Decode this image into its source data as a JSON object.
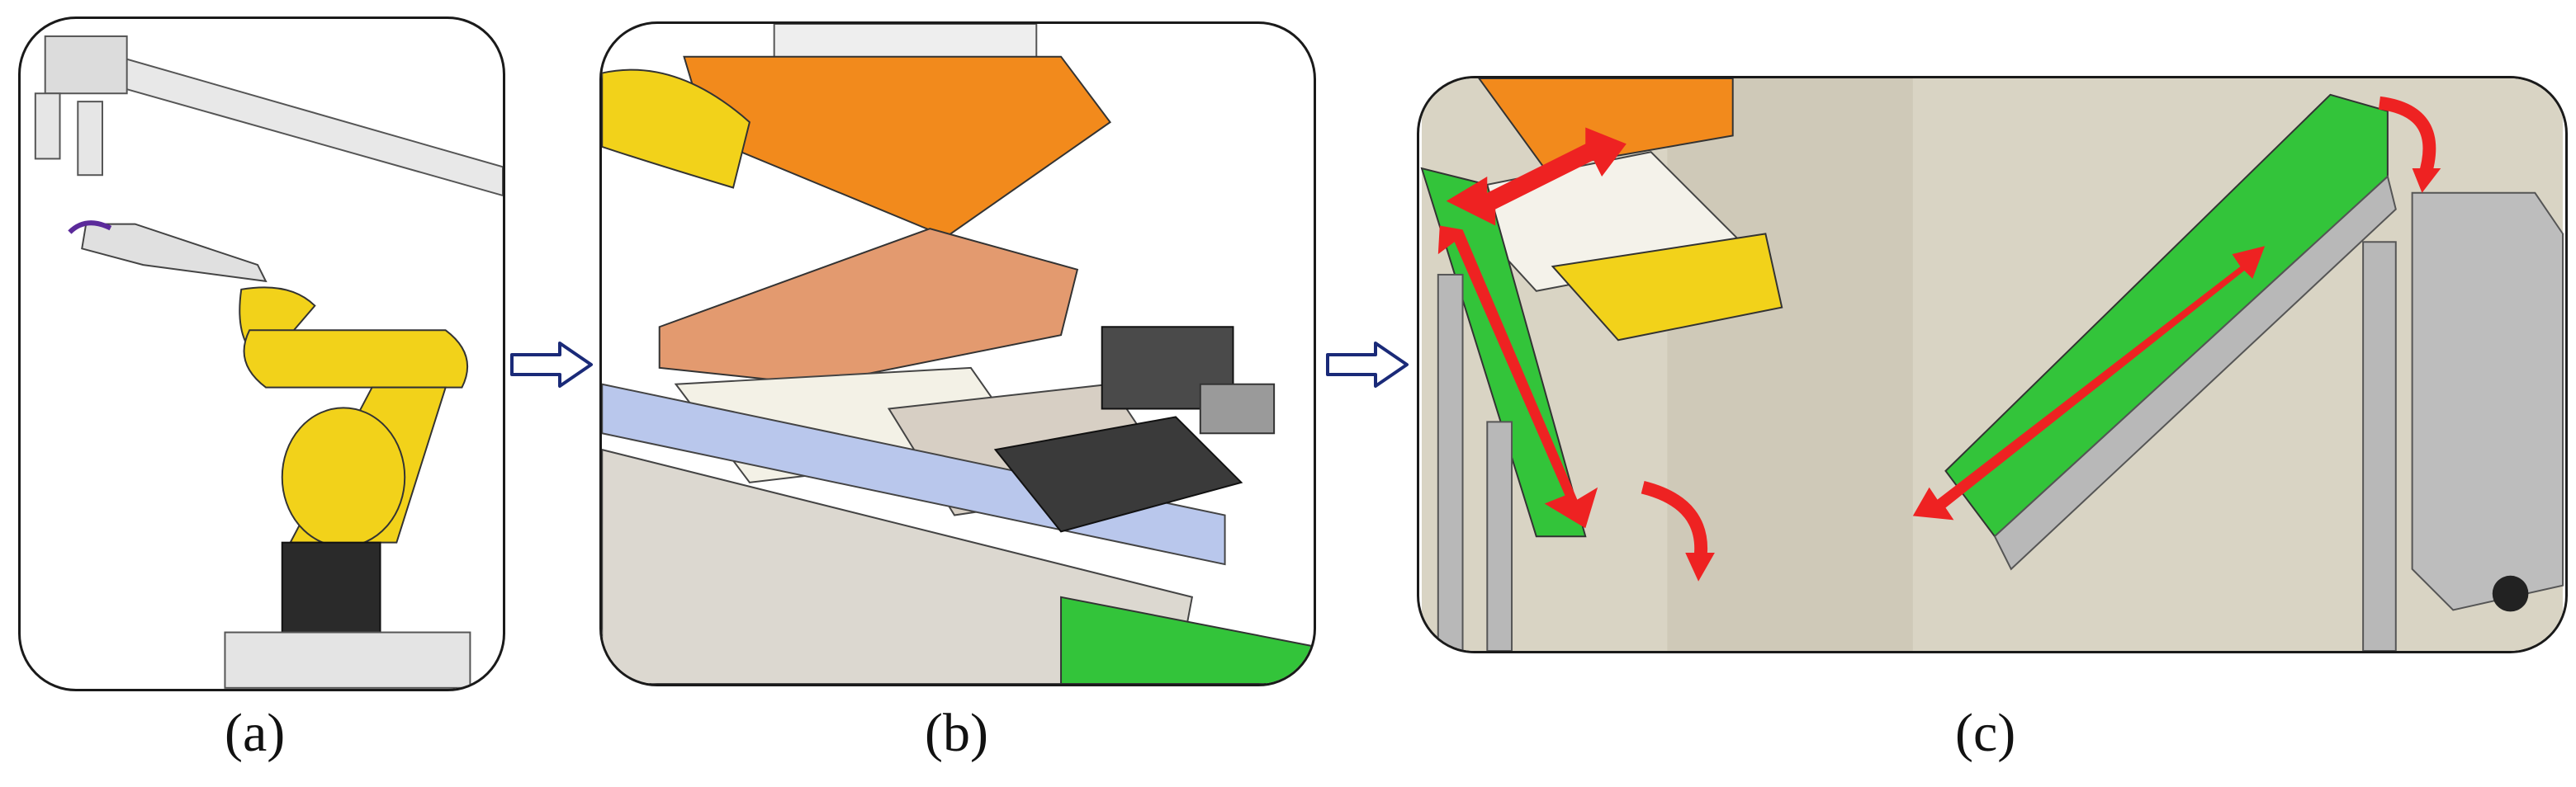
{
  "captions": {
    "a": "(a)",
    "b": "(b)",
    "c": "(c)"
  },
  "colors": {
    "robot_yellow": "#f2d21a",
    "copper": "#e39a6f",
    "orange_block": "#f28a1c",
    "conveyor_green": "#33c43a",
    "red_arrow": "#ee2222",
    "flow_arrow": "#1a2a78",
    "metal_gray": "#b8b8b8",
    "wall_beige": "#d9d4c4"
  },
  "icons": {
    "flow_arrow": "hollow-right-arrow-icon",
    "motion_arrow": "red-double-arrow-icon",
    "rotation_arrow": "red-curved-arrow-icon"
  }
}
